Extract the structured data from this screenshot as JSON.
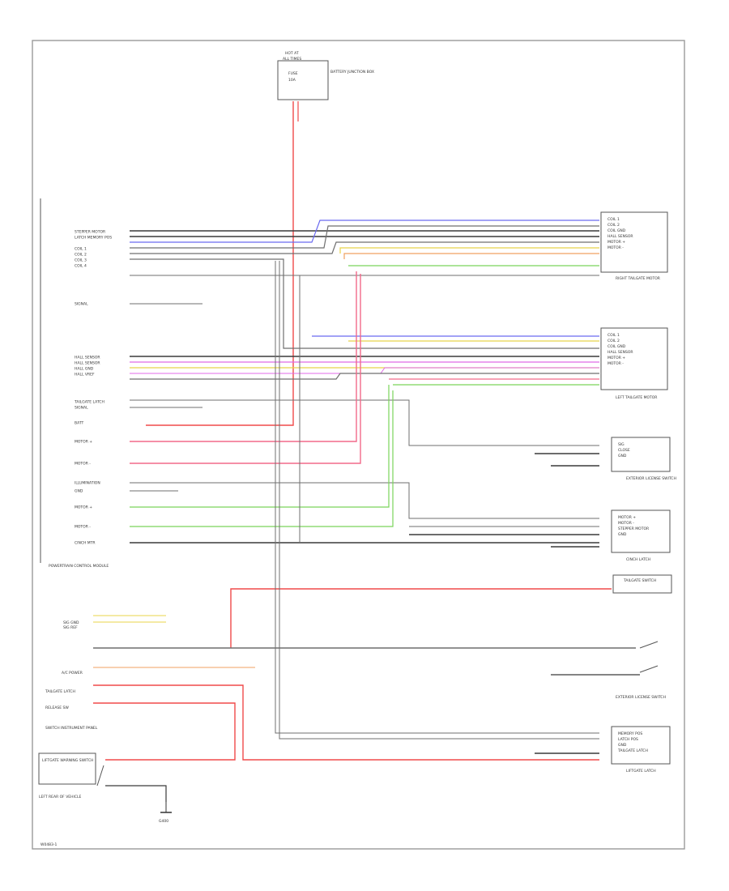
{
  "colors": {
    "gray": "#6f6f6f",
    "dark": "#3a3a3a",
    "red": "#f04a4a",
    "pink": "#f26a8a",
    "blue": "#6a6af0",
    "yellow": "#e8d44a",
    "green": "#7ad45a",
    "magenta": "#e06ae8",
    "orange": "#f0a060",
    "frame": "#9a9a9a"
  },
  "diagram": {
    "title_block": [
      "HOT AT",
      "ALL TIMES",
      "FUSE",
      "10A"
    ],
    "title_block_note": [
      "BATTERY JUNCTION BOX"
    ],
    "footer_code": "W0483-1",
    "module_label": "POWERTRAIN CONTROL MODULE",
    "left_pins": [
      "STEPPER MOTOR",
      "LATCH MEMORY POS",
      "COIL 1",
      "COIL 2",
      "COIL 3",
      "COIL 4",
      "SIGNAL",
      "HALL SENSOR",
      "HALL SENSOR",
      "HALL GND",
      "HALL VREF",
      "TAILGATE LATCH",
      "SIGNAL",
      "BATT",
      "MOTOR +",
      "MOTOR -",
      "ILLUMINATION",
      "GND",
      "MOTOR +",
      "MOTOR -",
      "CINCH MTR"
    ],
    "right_boxes": [
      {
        "title": "RIGHT TAILGATE MOTOR",
        "pins": [
          "COIL 1",
          "COIL 2",
          "COIL GND",
          "HALL SENSOR",
          "MOTOR +",
          "MOTOR -"
        ]
      },
      {
        "title": "LEFT TAILGATE MOTOR",
        "pins": [
          "COIL 1",
          "COIL 2",
          "COIL GND",
          "HALL SENSOR",
          "MOTOR +",
          "MOTOR -"
        ]
      },
      {
        "title": "EXTERIOR LICENSE SWITCH",
        "pins": [
          "SIG",
          "CLOSE",
          "GND"
        ]
      },
      {
        "title": "CINCH LATCH",
        "pins": [
          "MOTOR +",
          "MOTOR -",
          "STEPPER MOTOR",
          "GND"
        ]
      },
      {
        "title": "LIFTGATE LATCH",
        "pins": [
          "MEMORY POS",
          "LATCH POS",
          "GND",
          "TAILGATE LATCH"
        ]
      }
    ],
    "lower_left_labels": [
      "SIG GND",
      "SIG REF",
      "A/C POWER",
      "TAILGATE LATCH",
      "RELEASE SW",
      "SWITCH INSTRUMENT PANEL"
    ],
    "lower_right_labels": [
      "TAILGATE SWITCH",
      "EXTERIOR LICENSE SWITCH"
    ],
    "bottom_labels": [
      "LIFTGATE WARNING SWITCH",
      "LEFT REAR OF VEHICLE"
    ],
    "ground_label": "G400"
  }
}
